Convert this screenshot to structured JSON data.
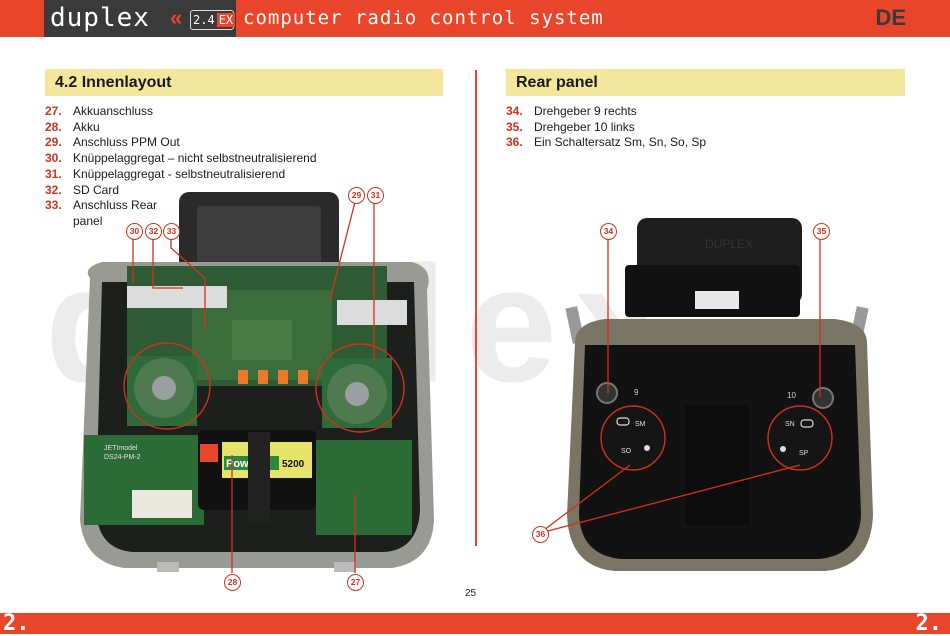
{
  "header": {
    "logo": "duplex",
    "badge_num": "2.4",
    "badge_ex": "EX",
    "title": "computer radio control system",
    "lang": "DE"
  },
  "left": {
    "heading": "4.2 Innenlayout",
    "items": [
      {
        "n": "27.",
        "t": "Akkuanschluss"
      },
      {
        "n": "28.",
        "t": "Akku"
      },
      {
        "n": "29.",
        "t": "Anschluss PPM Out"
      },
      {
        "n": "30.",
        "t": "Knüppelaggregat – nicht selbstneutralisierend"
      },
      {
        "n": "31.",
        "t": "Knüppelaggregat - selbstneutralisierend"
      },
      {
        "n": "32.",
        "t": "SD Card"
      },
      {
        "n": "33.",
        "t": "Anschluss Rear panel"
      }
    ],
    "callouts": [
      "30",
      "32",
      "33",
      "29",
      "31",
      "28",
      "27"
    ],
    "photo_labels": {
      "battery": "Power",
      "battery_cap": "5200",
      "board": "JETImodel",
      "board_sub": "DS24-PM-2"
    }
  },
  "right": {
    "heading": "Rear panel",
    "items": [
      {
        "n": "34.",
        "t": "Drehgeber 9 rechts"
      },
      {
        "n": "35.",
        "t": "Drehgeber 10 links"
      },
      {
        "n": "36.",
        "t": "Ein Schaltersatz Sm, Sn, So, Sp"
      }
    ],
    "callouts": [
      "34",
      "35",
      "36"
    ],
    "photo_labels": {
      "knob_left": "9",
      "knob_right": "10",
      "sm": "SM",
      "so": "SO",
      "sn": "SN",
      "sp": "SP",
      "handle": "DUPLEX"
    }
  },
  "watermark": "duplex",
  "page_number": "25",
  "footer_mark": "2.",
  "colors": {
    "accent": "#e8452a",
    "callout": "#d0321c",
    "heading_bg": "#f3e79e",
    "dark": "#3a3a3a"
  }
}
